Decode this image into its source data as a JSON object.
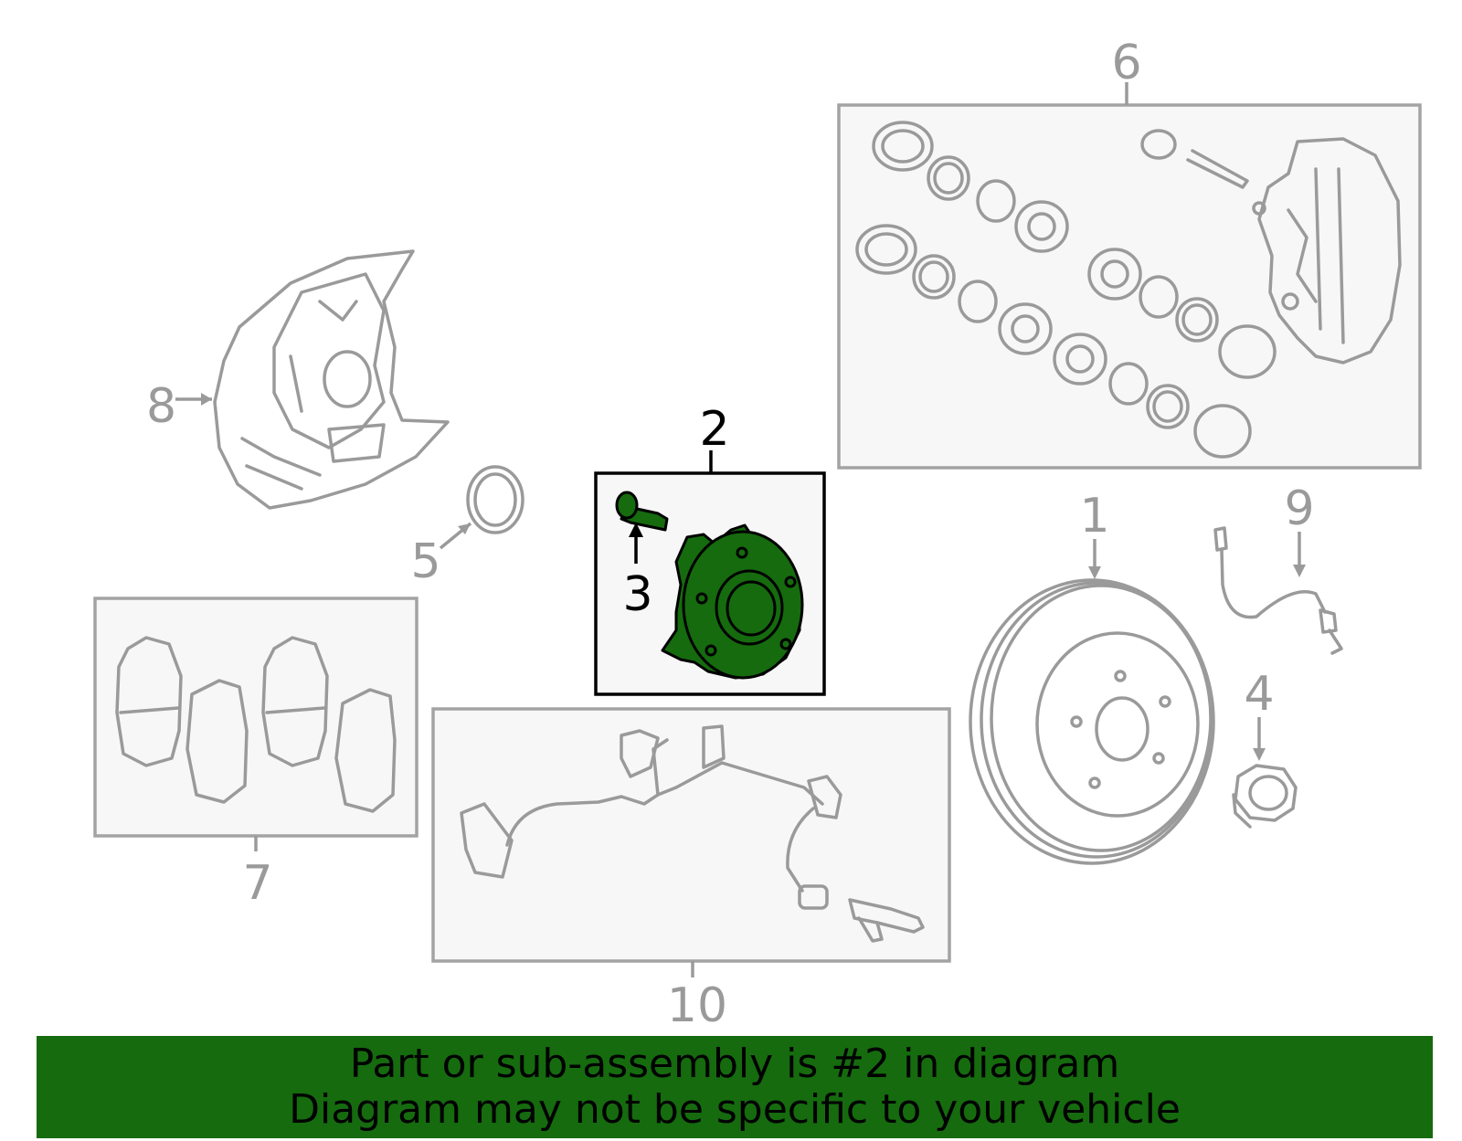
{
  "callouts": {
    "c1": "1",
    "c2": "2",
    "c3": "3",
    "c4": "4",
    "c5": "5",
    "c6": "6",
    "c7": "7",
    "c8": "8",
    "c9": "9",
    "c10": "10"
  },
  "highlighted_part": "2",
  "colors": {
    "highlight": "#156b0e",
    "line": "#9a9a9a",
    "panel": "#f7f7f7"
  },
  "banner": {
    "line1": "Part or sub-assembly is #2 in diagram",
    "line2": "Diagram may not be specific to your vehicle"
  }
}
